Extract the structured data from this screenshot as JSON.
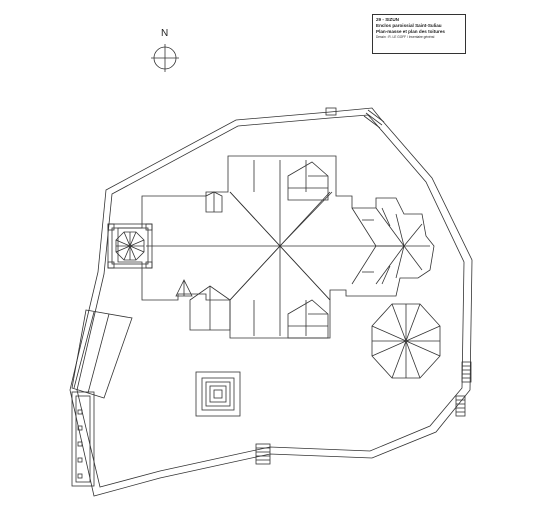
{
  "north": {
    "label": "N"
  },
  "cartouche": {
    "line1": "29 - SIZUN",
    "line2": "Enclos paroissial Saint-Suliau",
    "line3": "Plan-masse et plan des toitures",
    "line4": "Dessin : R. LE GOFF / Inventaire général"
  },
  "colors": {
    "ink": "#333333",
    "paper": "#ffffff"
  }
}
